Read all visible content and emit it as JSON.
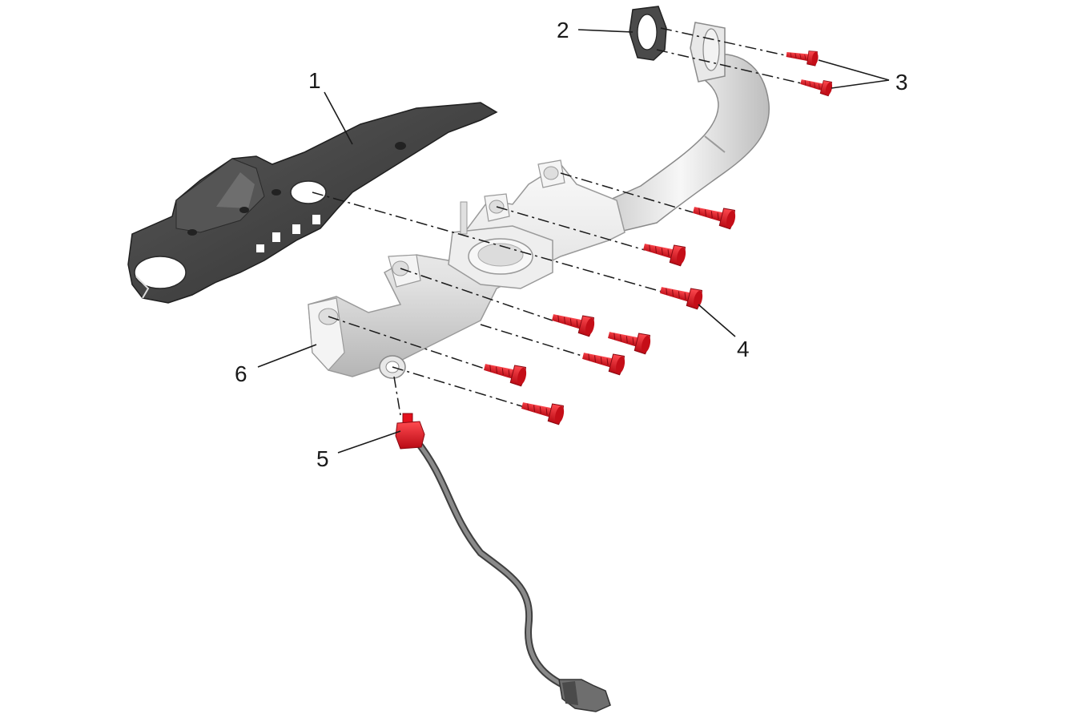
{
  "callouts": [
    {
      "id": "1",
      "label": "1"
    },
    {
      "id": "2",
      "label": "2"
    },
    {
      "id": "3",
      "label": "3"
    },
    {
      "id": "4",
      "label": "4"
    },
    {
      "id": "5",
      "label": "5"
    },
    {
      "id": "6",
      "label": "6"
    }
  ],
  "colors": {
    "bolt": "#e3101c",
    "bolt_dark": "#a00810",
    "manifold": "#e6e6e6",
    "manifold_shade": "#b8b8b8",
    "heat_shield": "#3e3e3e",
    "cable": "#6a6a6a",
    "lines": "#1a1a1a"
  }
}
